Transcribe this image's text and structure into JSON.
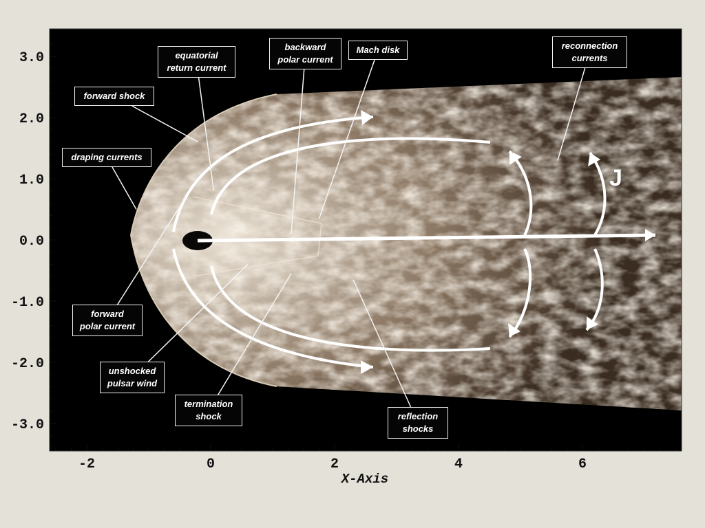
{
  "chart_data": {
    "type": "heatmap",
    "title": "",
    "xlabel": "X-Axis",
    "ylabel": "",
    "xlim": [
      -2.6,
      7.6
    ],
    "ylim": [
      -3.45,
      3.45
    ],
    "x_ticks": [
      {
        "value": -2,
        "label": "-2"
      },
      {
        "value": 0,
        "label": "0"
      },
      {
        "value": 2,
        "label": "2"
      },
      {
        "value": 4,
        "label": "4"
      },
      {
        "value": 6,
        "label": "6"
      }
    ],
    "y_ticks": [
      {
        "value": 3,
        "label": "3.0"
      },
      {
        "value": 2,
        "label": "2.0"
      },
      {
        "value": 1,
        "label": "1.0"
      },
      {
        "value": 0,
        "label": "0.0"
      },
      {
        "value": -1,
        "label": "-1.0"
      },
      {
        "value": -2,
        "label": "-2.0"
      },
      {
        "value": -3,
        "label": "-3.0"
      }
    ],
    "colormap": [
      "#000000",
      "#4a3a2a",
      "#8a7560",
      "#cbbca6",
      "#f4efe6"
    ],
    "current_symbol": "J",
    "annotations": [
      {
        "id": "forward-shock",
        "text": "forward shock",
        "target": [
          -0.2,
          1.6
        ]
      },
      {
        "id": "equatorial-return-current",
        "text": "equatorial\nreturn current",
        "target": [
          0.05,
          0.8
        ]
      },
      {
        "id": "backward-polar-current",
        "text": "backward\npolar current",
        "target": [
          1.3,
          0.1
        ]
      },
      {
        "id": "mach-disk",
        "text": "Mach disk",
        "target": [
          1.75,
          0.35
        ]
      },
      {
        "id": "reconnection-currents",
        "text": "reconnection\ncurrents",
        "target": [
          5.6,
          1.3
        ]
      },
      {
        "id": "draping-currents",
        "text": "draping currents",
        "target": [
          -1.2,
          0.5
        ]
      },
      {
        "id": "forward-polar-current",
        "text": "forward\npolar current",
        "target": [
          -0.4,
          0.7
        ]
      },
      {
        "id": "unshocked-pulsar-wind",
        "text": "unshocked\npulsar wind",
        "target": [
          0.6,
          -0.4
        ]
      },
      {
        "id": "termination-shock",
        "text": "termination\nshock",
        "target": [
          1.3,
          -0.55
        ]
      },
      {
        "id": "reflection-shocks",
        "text": "reflection\nshocks",
        "target": [
          2.3,
          -0.65
        ]
      }
    ]
  }
}
